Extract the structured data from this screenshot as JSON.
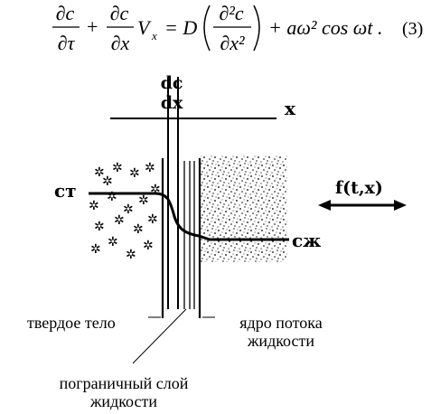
{
  "equation": {
    "lhs_term1_num": "∂c",
    "lhs_term1_den": "∂τ",
    "plus": "+",
    "lhs_term2_num": "∂c",
    "lhs_term2_den": "∂x",
    "velocity": "V",
    "velocity_sub": "x",
    "equals": "= D",
    "rhs_num": "∂²c",
    "rhs_den": "∂x²",
    "rhs_tail": "+ aω² cos ωt .",
    "number": "(3)"
  },
  "diagram": {
    "dc_top": "dc",
    "dc_bottom": "dx",
    "x_axis_label": "x",
    "solid_conc_label": "cт",
    "liquid_conc_label": "cж",
    "force_label": "f(t,x)",
    "label_solid": "твердое тело",
    "label_core_line1": "ядро потока",
    "label_core_line2": "жидкости",
    "label_boundary_line1": "пограничный слой",
    "label_boundary_line2": "жидкости"
  }
}
